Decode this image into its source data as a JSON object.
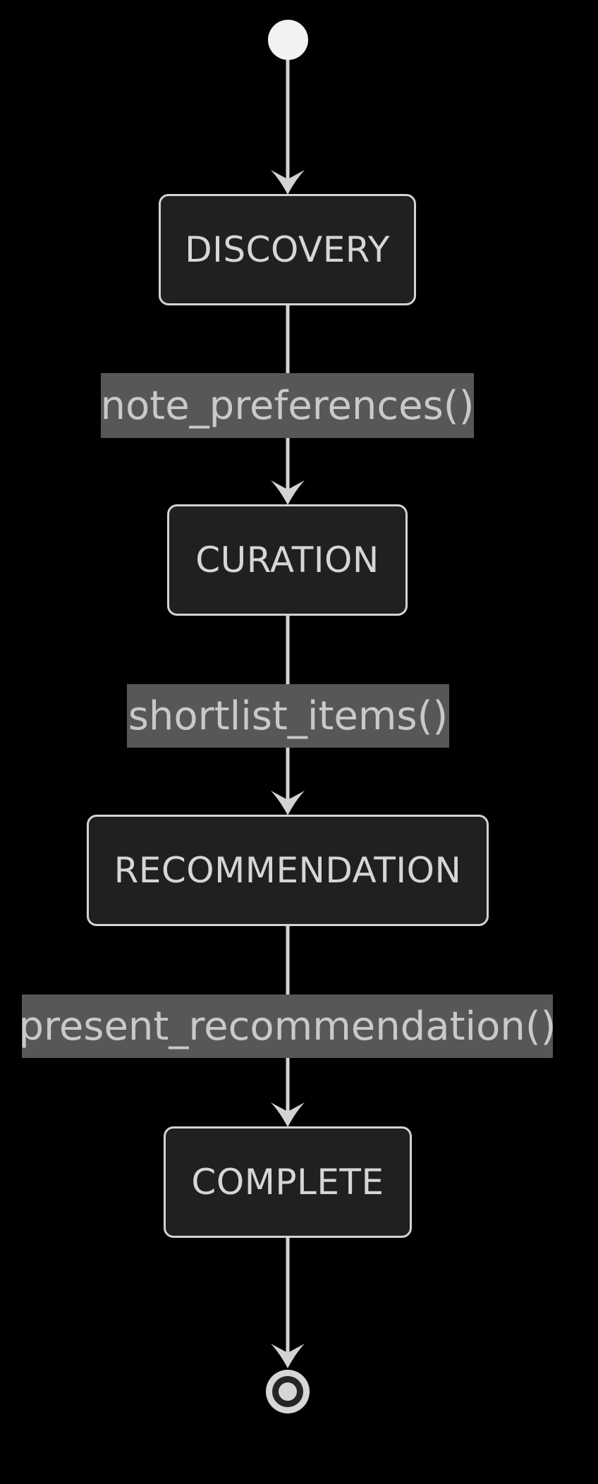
{
  "diagram": {
    "type": "state-diagram",
    "direction": "top-down",
    "start_state": {
      "name": "start"
    },
    "end_state": {
      "name": "end"
    },
    "states": [
      {
        "id": "discovery",
        "label": "DISCOVERY"
      },
      {
        "id": "curation",
        "label": "CURATION"
      },
      {
        "id": "recommendation",
        "label": "RECOMMENDATION"
      },
      {
        "id": "complete",
        "label": "COMPLETE"
      }
    ],
    "transitions": [
      {
        "from": "start",
        "to": "discovery",
        "label": ""
      },
      {
        "from": "discovery",
        "to": "curation",
        "label": "note_preferences()"
      },
      {
        "from": "curation",
        "to": "recommendation",
        "label": "shortlist_items()"
      },
      {
        "from": "recommendation",
        "to": "complete",
        "label": "present_recommendation()"
      },
      {
        "from": "complete",
        "to": "end",
        "label": ""
      }
    ],
    "colors": {
      "background": "#000000",
      "state_fill": "#1f2020",
      "state_border": "#d3d3d3",
      "state_text": "#d6d6d6",
      "edge_line": "#d3d3d3",
      "edge_label_bg": "#575757",
      "edge_label_text": "#c9c9c9",
      "start_marker_fill": "#f2f2f2",
      "end_marker_outer": "#d6d6d6",
      "end_marker_ring": "#242526"
    }
  }
}
